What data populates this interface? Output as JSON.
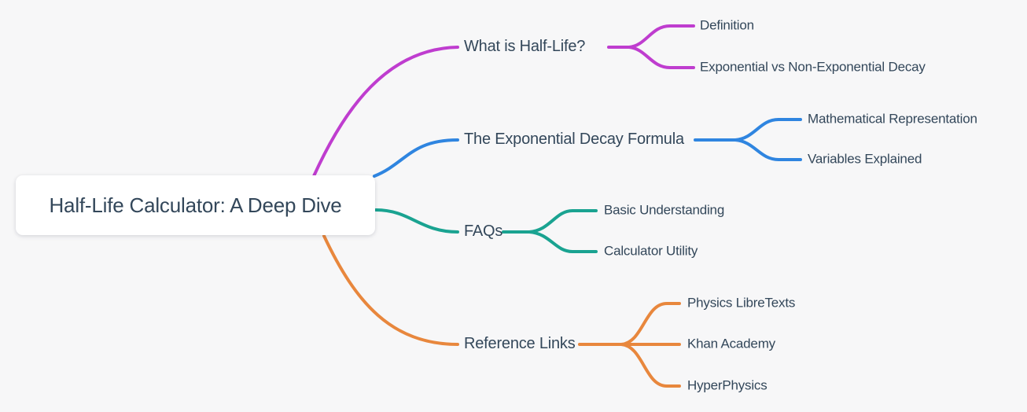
{
  "canvas": {
    "background": "#f7f7f8",
    "text_color": "#33475a",
    "root_background": "#ffffff"
  },
  "root": {
    "label": "Half-Life Calculator: A Deep Dive"
  },
  "branches": [
    {
      "label": "What is Half-Life?",
      "color": "#bf3dcf",
      "children": [
        {
          "label": "Definition"
        },
        {
          "label": "Exponential vs Non-Exponential Decay"
        }
      ]
    },
    {
      "label": "The Exponential Decay Formula",
      "color": "#2f85e0",
      "children": [
        {
          "label": "Mathematical Representation"
        },
        {
          "label": "Variables Explained"
        }
      ]
    },
    {
      "label": "FAQs",
      "color": "#1aa391",
      "children": [
        {
          "label": "Basic Understanding"
        },
        {
          "label": "Calculator Utility"
        }
      ]
    },
    {
      "label": "Reference Links",
      "color": "#e8873d",
      "children": [
        {
          "label": "Physics LibreTexts"
        },
        {
          "label": "Khan Academy"
        },
        {
          "label": "HyperPhysics"
        }
      ]
    }
  ]
}
